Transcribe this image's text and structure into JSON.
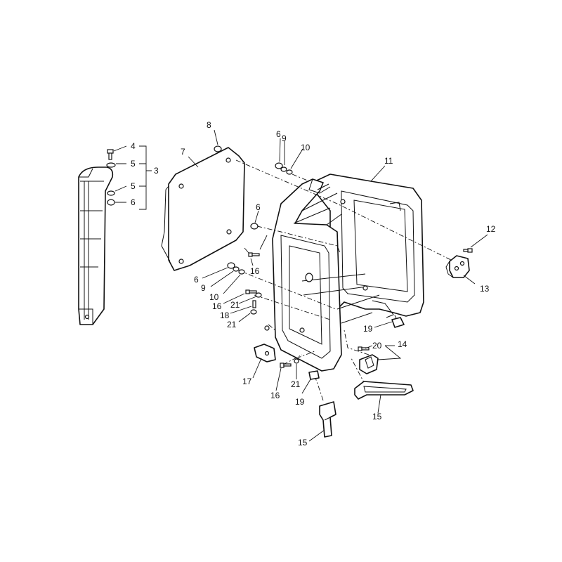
{
  "callouts": {
    "c3": "3",
    "c4": "4",
    "c5a": "5",
    "c5b": "5",
    "c6a": "6",
    "c7": "7",
    "c8": "8",
    "c6b": "6",
    "c9a": "9",
    "c10a": "10",
    "c11": "11",
    "c6c": "6",
    "c16a": "16",
    "c6d": "6",
    "c9b": "9",
    "c10b": "10",
    "c16b": "16",
    "c21a": "21",
    "c18": "18",
    "c21b": "21",
    "c12": "12",
    "c13": "13",
    "c19a": "19",
    "c20": "20",
    "c14": "14",
    "c17": "17",
    "c16c": "16",
    "c21c": "21",
    "c19b": "19",
    "c15a": "15",
    "c15b": "15"
  }
}
